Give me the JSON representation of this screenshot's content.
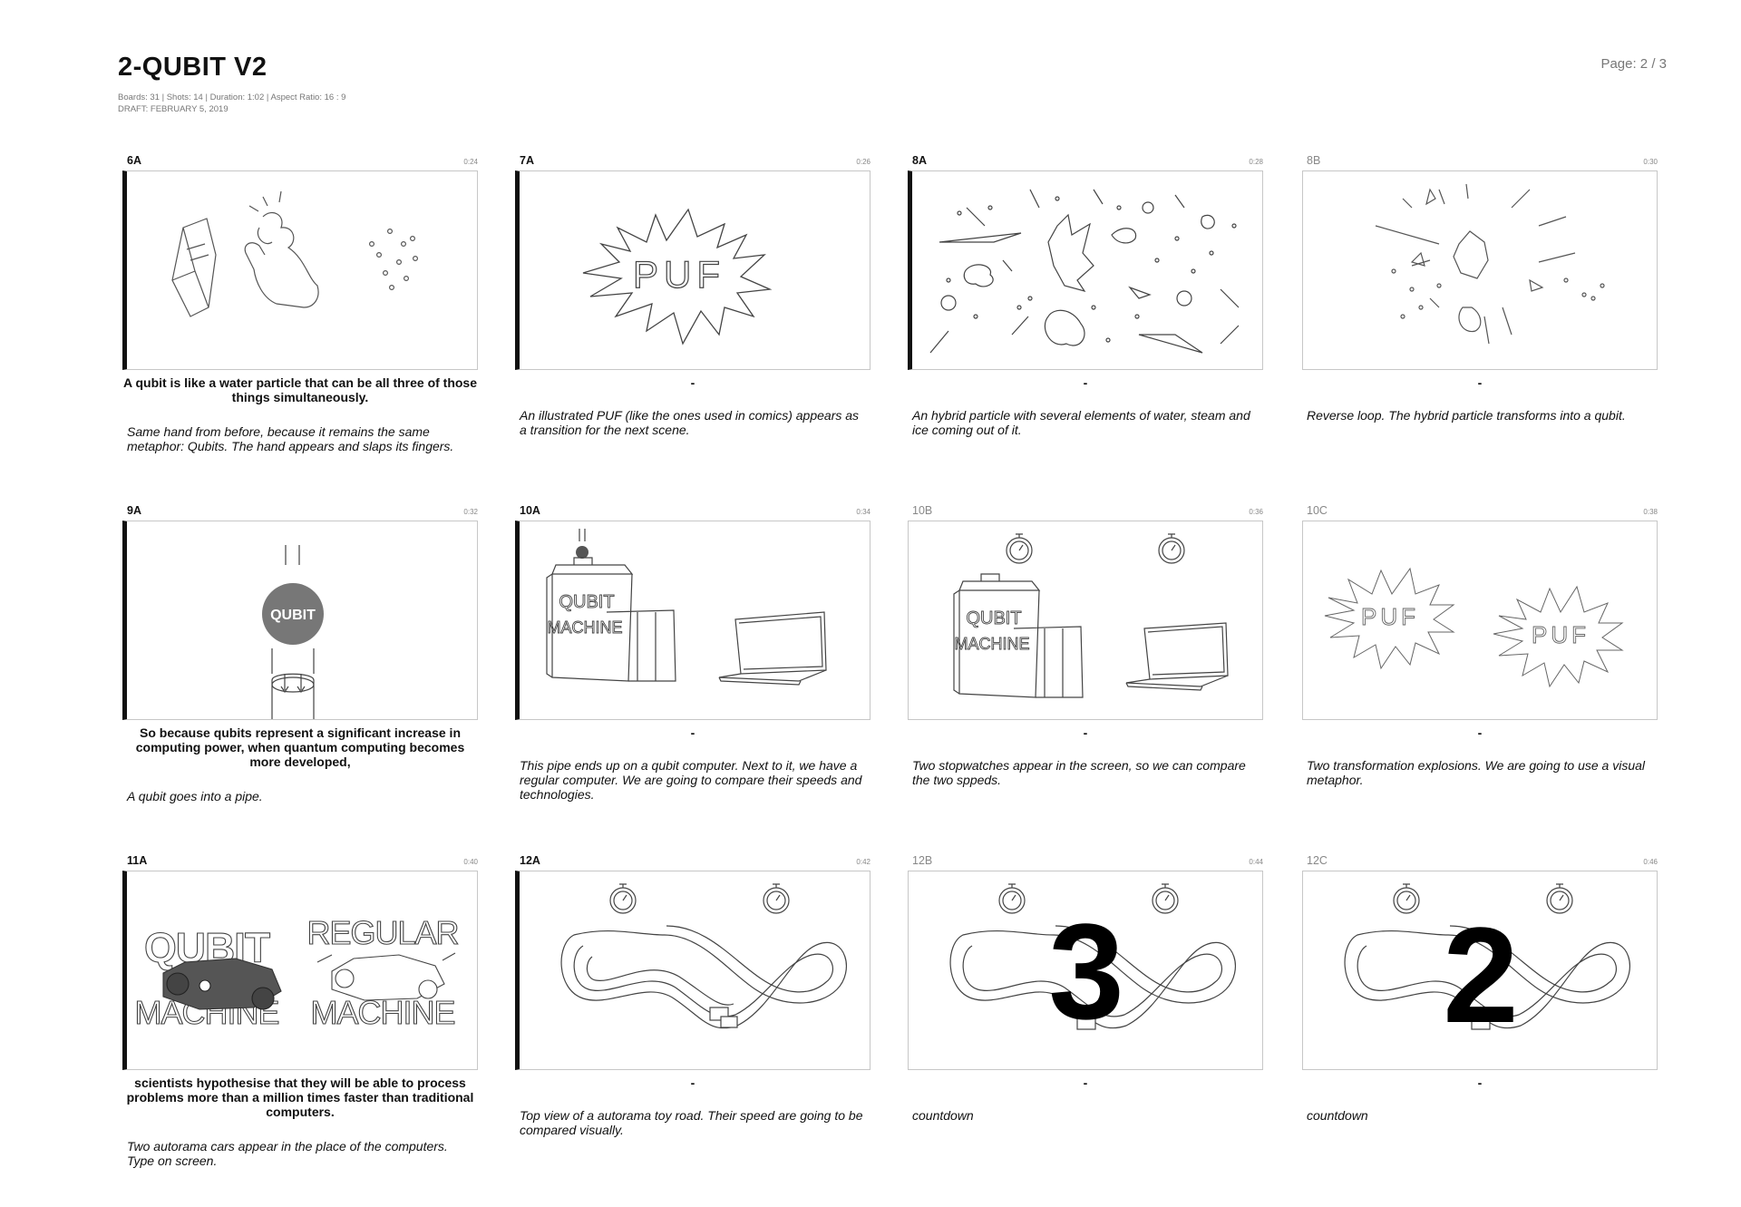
{
  "header": {
    "title": "2-QUBIT V2",
    "meta_line": "Boards: 31  |  Shots: 14  |  Duration: 1:02  |  Aspect Ratio: 16 : 9",
    "draft_line": "DRAFT: FEBRUARY 5, 2019",
    "page": "Page: 2 / 3"
  },
  "boards": [
    {
      "id": "6A",
      "time": "0:24",
      "dialogue": "A qubit is like a water particle that can be all three of those things simultaneously.",
      "action": "Same hand from before, because it remains the same metaphor: Qubits. The hand appears and slaps its fingers."
    },
    {
      "id": "7A",
      "time": "0:26",
      "dialogue": "-",
      "action": "An illustrated PUF (like the ones used in comics) appears as a transition for the next scene.",
      "art_text": "PUF"
    },
    {
      "id": "8A",
      "time": "0:28",
      "dialogue": "-",
      "action": "An hybrid particle with several elements of water, steam and ice coming out of it."
    },
    {
      "id": "8B",
      "time": "0:30",
      "dialogue": "-",
      "action": "Reverse loop. The hybrid particle transforms into a qubit."
    },
    {
      "id": "9A",
      "time": "0:32",
      "dialogue": "So because qubits represent a significant increase in computing power, when quantum computing becomes more developed,",
      "action": "A qubit goes into a pipe.",
      "art_text": "QUBIT"
    },
    {
      "id": "10A",
      "time": "0:34",
      "dialogue": "-",
      "action": "This pipe ends up on a qubit computer. Next to it, we have a regular computer. We are going to compare their speeds and technologies.",
      "art_text": [
        "QUBIT",
        "MACHINE"
      ]
    },
    {
      "id": "10B",
      "time": "0:36",
      "dialogue": "-",
      "action": "Two stopwatches appear in the screen, so we can compare the two sppeds.",
      "art_text": [
        "QUBIT",
        "MACHINE"
      ]
    },
    {
      "id": "10C",
      "time": "0:38",
      "dialogue": "-",
      "action": "Two transformation explosions. We are going to use a visual metaphor.",
      "art_text": "PUF"
    },
    {
      "id": "11A",
      "time": "0:40",
      "dialogue": "scientists hypothesise that they will be able to process problems more than a million times faster than traditional computers.",
      "action": "Two autorama cars appear in the place of the computers. Type on screen.",
      "art_text": [
        "QUBIT",
        "MACHINE",
        "REGULAR",
        "MACHINE"
      ]
    },
    {
      "id": "12A",
      "time": "0:42",
      "dialogue": "-",
      "action": "Top view of a autorama toy road. Their speed are going to be compared visually."
    },
    {
      "id": "12B",
      "time": "0:44",
      "dialogue": "-",
      "action": "countdown",
      "art_text": "3"
    },
    {
      "id": "12C",
      "time": "0:46",
      "dialogue": "-",
      "action": "countdown",
      "art_text": "2"
    }
  ]
}
